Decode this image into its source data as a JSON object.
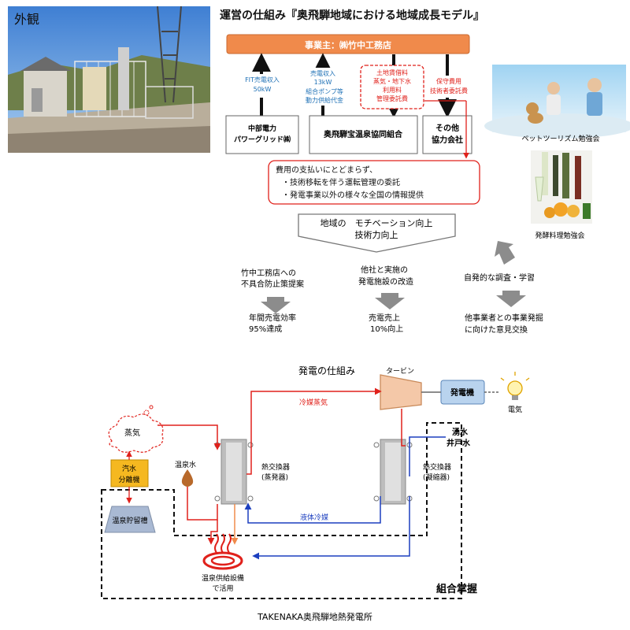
{
  "photo": {
    "label": "外観"
  },
  "model": {
    "title": "運営の仕組み『奥飛騨地域における地域成長モデル』",
    "operator": "事業主：㈱竹中工務店",
    "arrow_labels": {
      "fit_line1": "FIT売電収入",
      "fit_line2": "50kW",
      "sale_line1": "売電収入",
      "sale_line2": "13kW",
      "pump_line1": "組合ポンプ等",
      "pump_line2": "動力供給代金",
      "land_line1": "土地賃借料",
      "land_line2": "蒸気・地下水",
      "land_line3": "利用料",
      "land_line4": "管理委託費",
      "maint_line1": "保守費用",
      "maint_line2": "技術者委託費"
    },
    "parties": {
      "chubu_line1": "中部電力",
      "chubu_line2": "パワーグリッド㈱",
      "union": "奥飛騨宝温泉協同組合",
      "other_line1": "その他",
      "other_line2": "協力会社"
    },
    "note": {
      "line1": "費用の支払いにとどまらず、",
      "line2": "・技術移転を伴う運転管理の委託",
      "line3": "・発電事業以外の様々な全国の情報提供"
    },
    "big_arrow": {
      "line1": "地域の　モチベーション向上",
      "line2": "技術力向上"
    },
    "effects": [
      {
        "top1": "竹中工務店への",
        "top2": "不具合防止策提案",
        "bottom1": "年間売電効率",
        "bottom2": "95%達成"
      },
      {
        "top1": "他社と実施の",
        "top2": "発電施設の改造",
        "bottom1": "売電売上",
        "bottom2": "10%向上"
      },
      {
        "top1": "自発的な調査・学習",
        "top2": "",
        "bottom1": "他事業者との事業発掘",
        "bottom2": "に向けた意見交換"
      }
    ],
    "side_labels": {
      "pet": "ペットツーリズム勉強会",
      "ferment": "発酵料理勉強会"
    }
  },
  "power": {
    "title": "発電の仕組み",
    "turbine": "タービン",
    "generator": "発電機",
    "electricity": "電気",
    "refrigerant_vapor": "冷媒蒸気",
    "steam": "蒸気",
    "separator_line1": "汽水",
    "separator_line2": "分離機",
    "hot_spring_water": "温泉水",
    "storage_tank": "温泉貯留槽",
    "hx_evap_line1": "熱交換器",
    "hx_evap_line2": "(蒸発器)",
    "hx_cond_line1": "熱交換器",
    "hx_cond_line2": "(凝縮器)",
    "spring_water_line1": "湧水",
    "spring_water_line2": "井戸水",
    "liquid_refrigerant": "液体冷媒",
    "supply_line1": "温泉供給設備",
    "supply_line2": "で活用",
    "union_managed": "組合掌握"
  },
  "caption": "TAKENAKA奥飛騨地熱発電所",
  "colors": {
    "orange": "#F08A4B",
    "red": "#E0211B",
    "blue": "#1C3FBF",
    "green": "#2E8B3A",
    "gray_arrow": "#8C8C8C",
    "hx_gray": "#B8B8B8",
    "gen_blue": "#B9D3EE",
    "separator_yellow": "#F5B820"
  }
}
